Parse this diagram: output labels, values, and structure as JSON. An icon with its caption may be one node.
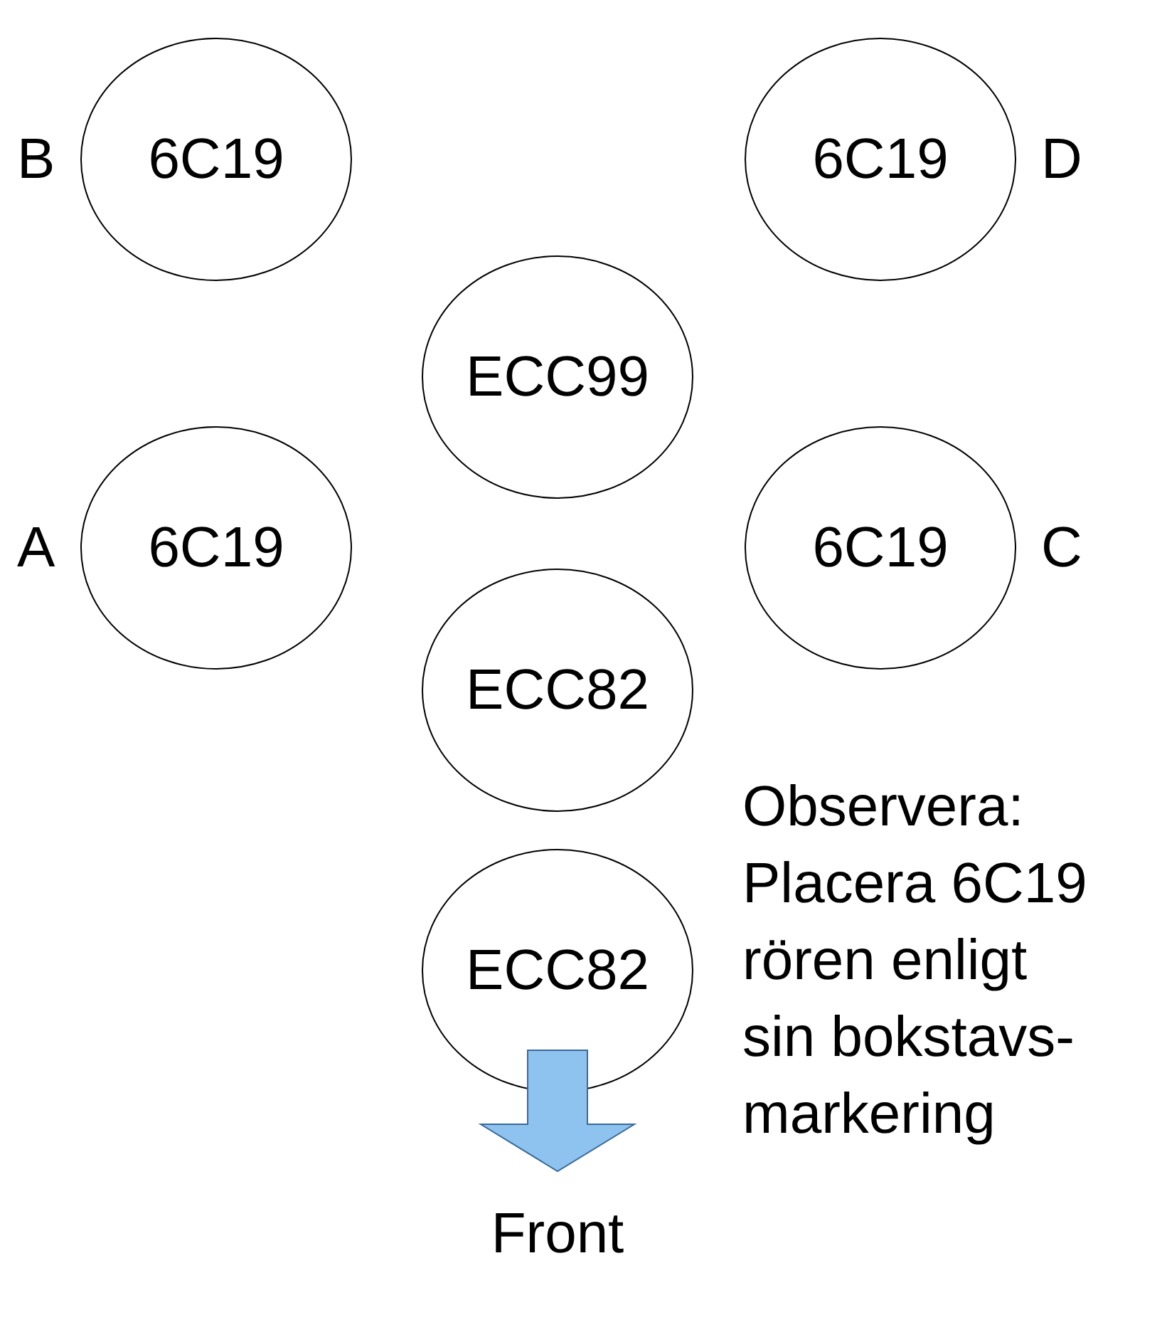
{
  "diagram": {
    "nodes": [
      {
        "text": [
          "6C19"
        ],
        "beside": [
          "B"
        ]
      },
      {
        "text": [
          "6C19"
        ],
        "beside": [
          "D"
        ]
      },
      {
        "text": [
          "ECC99"
        ]
      },
      {
        "text": [
          "6C19"
        ],
        "beside": [
          "A"
        ]
      },
      {
        "text": [
          "6C19"
        ],
        "beside": [
          "C"
        ]
      },
      {
        "text": [
          "ECC82"
        ]
      },
      {
        "text": [
          "ECC82"
        ]
      }
    ],
    "labels": [
      "Observera: Placera 6C19 rören enligt sin bokstavs-markering",
      "Front"
    ]
  }
}
